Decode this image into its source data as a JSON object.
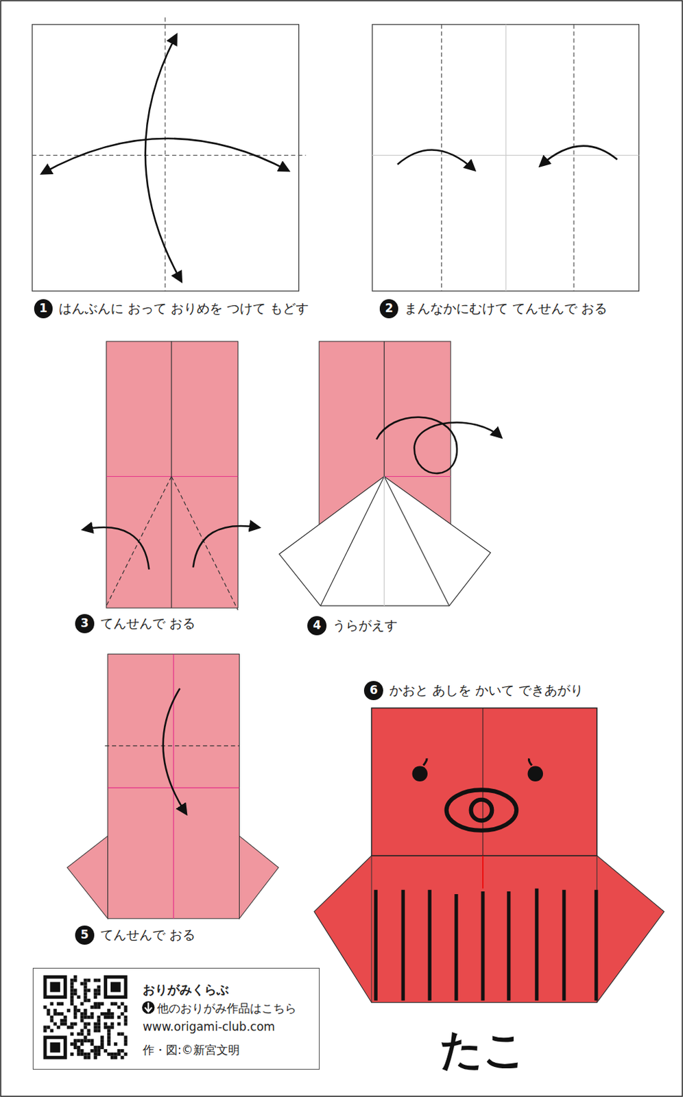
{
  "diagram": {
    "title": "たこ",
    "nodes": [
      {
        "text": [
          "おりがみくらぶ",
          "他のおりがみ作品はこちら",
          "www.origami-club.com",
          "作・図:©新宮文明"
        ]
      }
    ],
    "labels": [
      "1",
      "はんぶんに おって おりめを つけて もどす",
      "2",
      "まんなかにむけて てんせんで おる",
      "3",
      "てんせんで おる",
      "4",
      "うらがえす",
      "5",
      "てんせんで おる",
      "6",
      "かおと あしを かいて できあがり"
    ]
  }
}
